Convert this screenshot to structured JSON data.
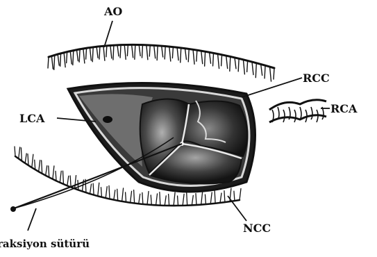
{
  "labels": {
    "ao": "AO",
    "rcc": "RCC",
    "lca": "LCA",
    "rca": "RCA",
    "ncc": "NCC",
    "suture": "raksiyon sütürü"
  },
  "colors": {
    "ink": "#111111",
    "background": "#ffffff",
    "shade_dark": "#2a2a2a",
    "shade_mid": "#5a5a5a",
    "shade_light": "#9a9a9a"
  }
}
